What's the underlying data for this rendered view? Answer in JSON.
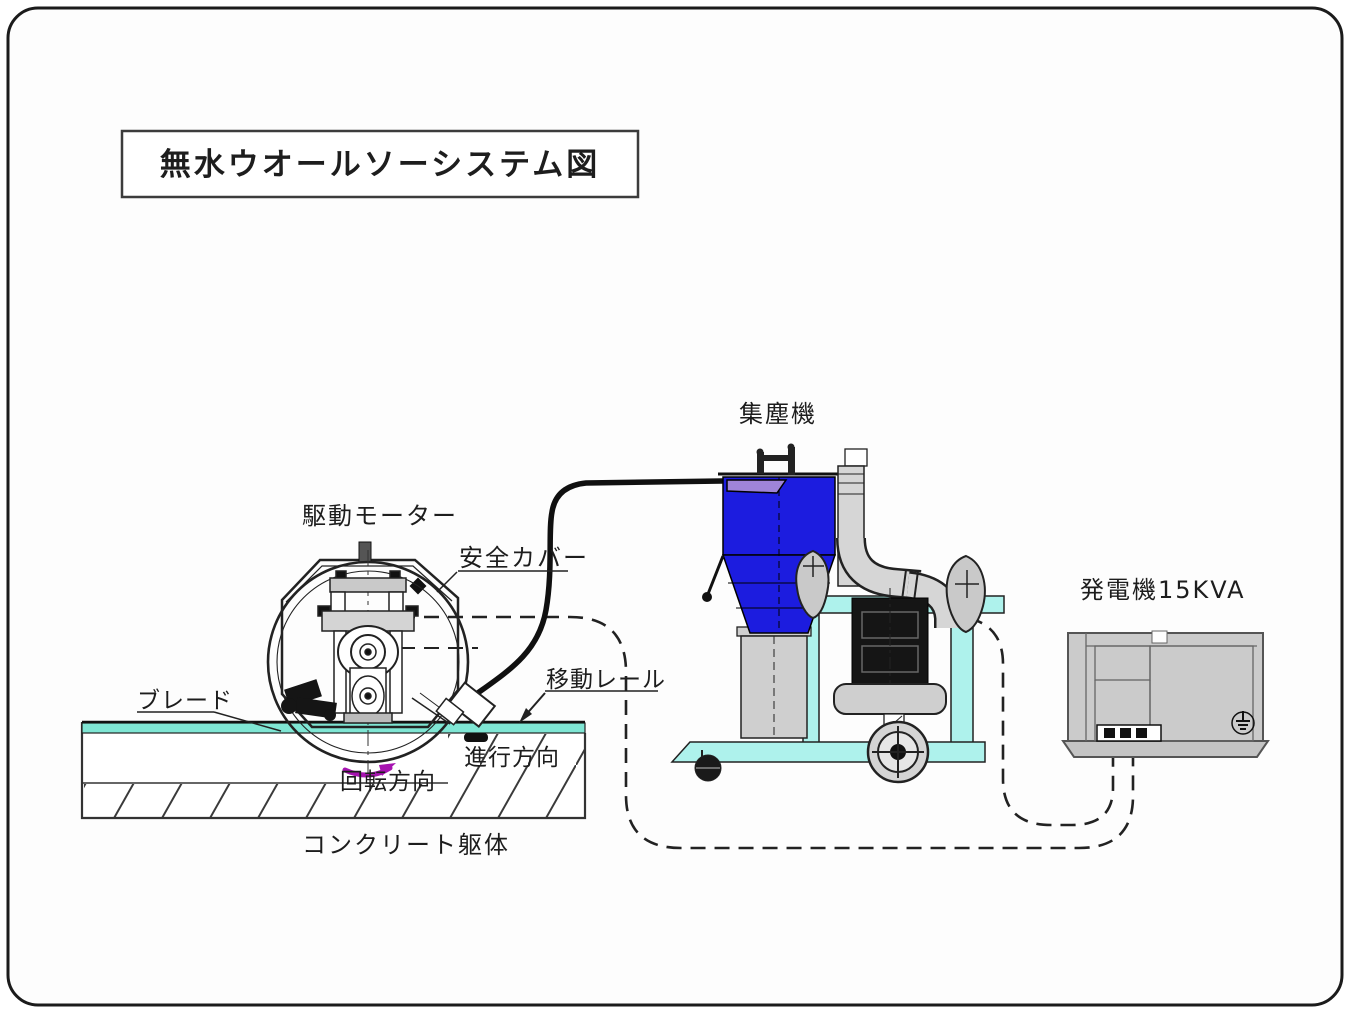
{
  "title": {
    "text": "無水ウオールソーシステム図"
  },
  "diagram": {
    "wall_saw": {
      "drive_motor_label": "駆動モーター",
      "safety_cover_label": "安全カバー",
      "blade_label": "ブレード",
      "rail_label": "移動レール",
      "travel_direction_label": "進行方向",
      "rotation_direction_label": "回転方向",
      "concrete_label": "コンクリート躯体"
    },
    "dust_collector": {
      "label": "集塵機"
    },
    "generator": {
      "label": "発電機15KVA"
    }
  },
  "colors": {
    "hopper_blue": "#1c1cdf",
    "hopper_strip_purple": "#9f84d8",
    "rail_cyan": "#7fe6d4",
    "cart_cyan": "#aef2ec",
    "rotation_arrow_magenta": "#a613b0",
    "machine_gray": "#cccccc",
    "line_dark": "#222222"
  }
}
